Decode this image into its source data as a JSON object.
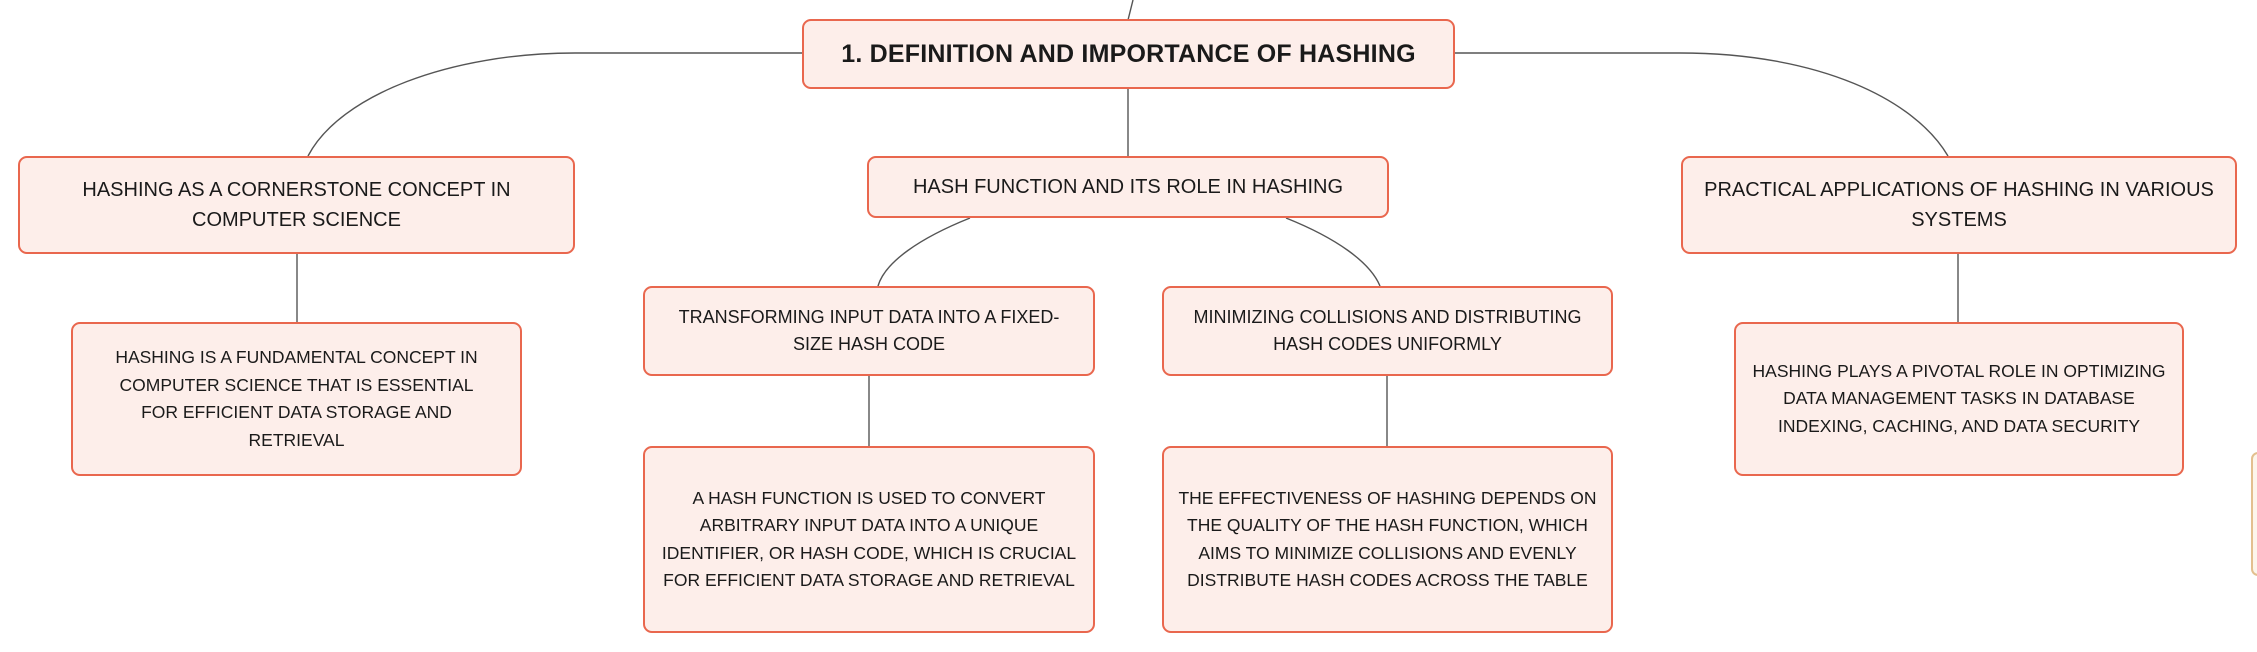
{
  "colors": {
    "node_fill": "#fdeeea",
    "node_border": "#e9674e",
    "connector": "#555555",
    "text": "#1a1a1a",
    "edge_tab_border": "#e3c08f"
  },
  "root": {
    "title": "1. DEFINITION AND IMPORTANCE OF HASHING"
  },
  "branches": [
    {
      "label": "HASHING AS A CORNERSTONE CONCEPT IN COMPUTER SCIENCE",
      "children": [
        {
          "label": "HASHING IS A FUNDAMENTAL CONCEPT IN COMPUTER SCIENCE THAT IS ESSENTIAL FOR EFFICIENT DATA STORAGE AND RETRIEVAL"
        }
      ]
    },
    {
      "label": "HASH FUNCTION AND ITS ROLE IN HASHING",
      "children": [
        {
          "label": "TRANSFORMING INPUT DATA INTO A FIXED-SIZE HASH CODE",
          "children": [
            {
              "label": "A HASH FUNCTION IS USED TO CONVERT ARBITRARY INPUT DATA INTO A UNIQUE IDENTIFIER, OR HASH CODE, WHICH IS CRUCIAL FOR EFFICIENT DATA STORAGE AND RETRIEVAL"
            }
          ]
        },
        {
          "label": "MINIMIZING COLLISIONS AND DISTRIBUTING HASH CODES UNIFORMLY",
          "children": [
            {
              "label": "THE EFFECTIVENESS OF HASHING DEPENDS ON THE QUALITY OF THE HASH FUNCTION, WHICH AIMS TO MINIMIZE COLLISIONS AND EVENLY DISTRIBUTE HASH CODES ACROSS THE TABLE"
            }
          ]
        }
      ]
    },
    {
      "label": "PRACTICAL APPLICATIONS OF HASHING IN VARIOUS SYSTEMS",
      "children": [
        {
          "label": "HASHING PLAYS A PIVOTAL ROLE IN OPTIMIZING DATA MANAGEMENT TASKS IN DATABASE INDEXING, CACHING, AND DATA SECURITY"
        }
      ]
    }
  ]
}
